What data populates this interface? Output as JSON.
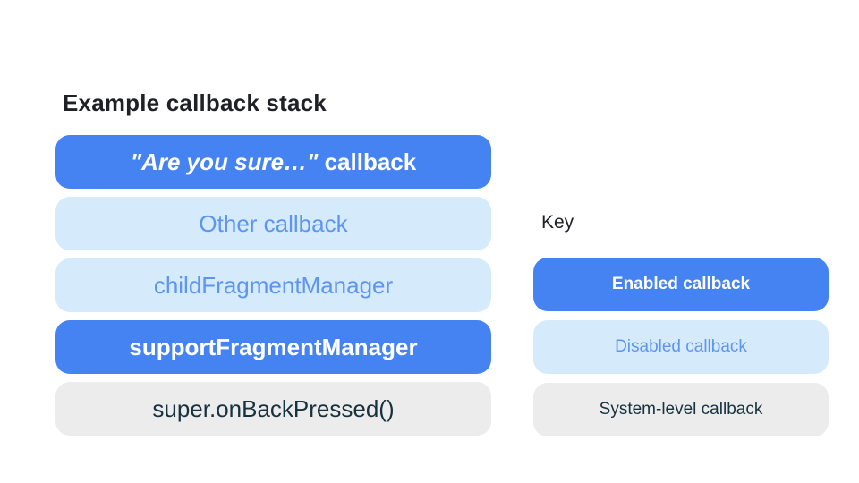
{
  "diagram": {
    "title": "Example callback stack",
    "stack": [
      {
        "label_italic": "\"Are you sure…\"",
        "label_rest": " callback",
        "type": "enabled"
      },
      {
        "label": "Other callback",
        "type": "disabled"
      },
      {
        "label": "childFragmentManager",
        "type": "disabled"
      },
      {
        "label": "supportFragmentManager",
        "type": "enabled"
      },
      {
        "label": "super.onBackPressed()",
        "type": "system"
      }
    ]
  },
  "key": {
    "title": "Key",
    "items": [
      {
        "label": "Enabled callback",
        "type": "enabled"
      },
      {
        "label": "Disabled callback",
        "type": "disabled"
      },
      {
        "label": "System-level callback",
        "type": "system"
      }
    ]
  },
  "colors": {
    "enabled_bg": "#4583F2",
    "enabled_text": "#FFFFFF",
    "disabled_bg": "#D5EBFC",
    "disabled_text": "#5C95F5",
    "system_bg": "#ECECEC",
    "system_text": "#17323F",
    "title_text": "#1F2125",
    "page_bg": "#FFFFFF"
  }
}
